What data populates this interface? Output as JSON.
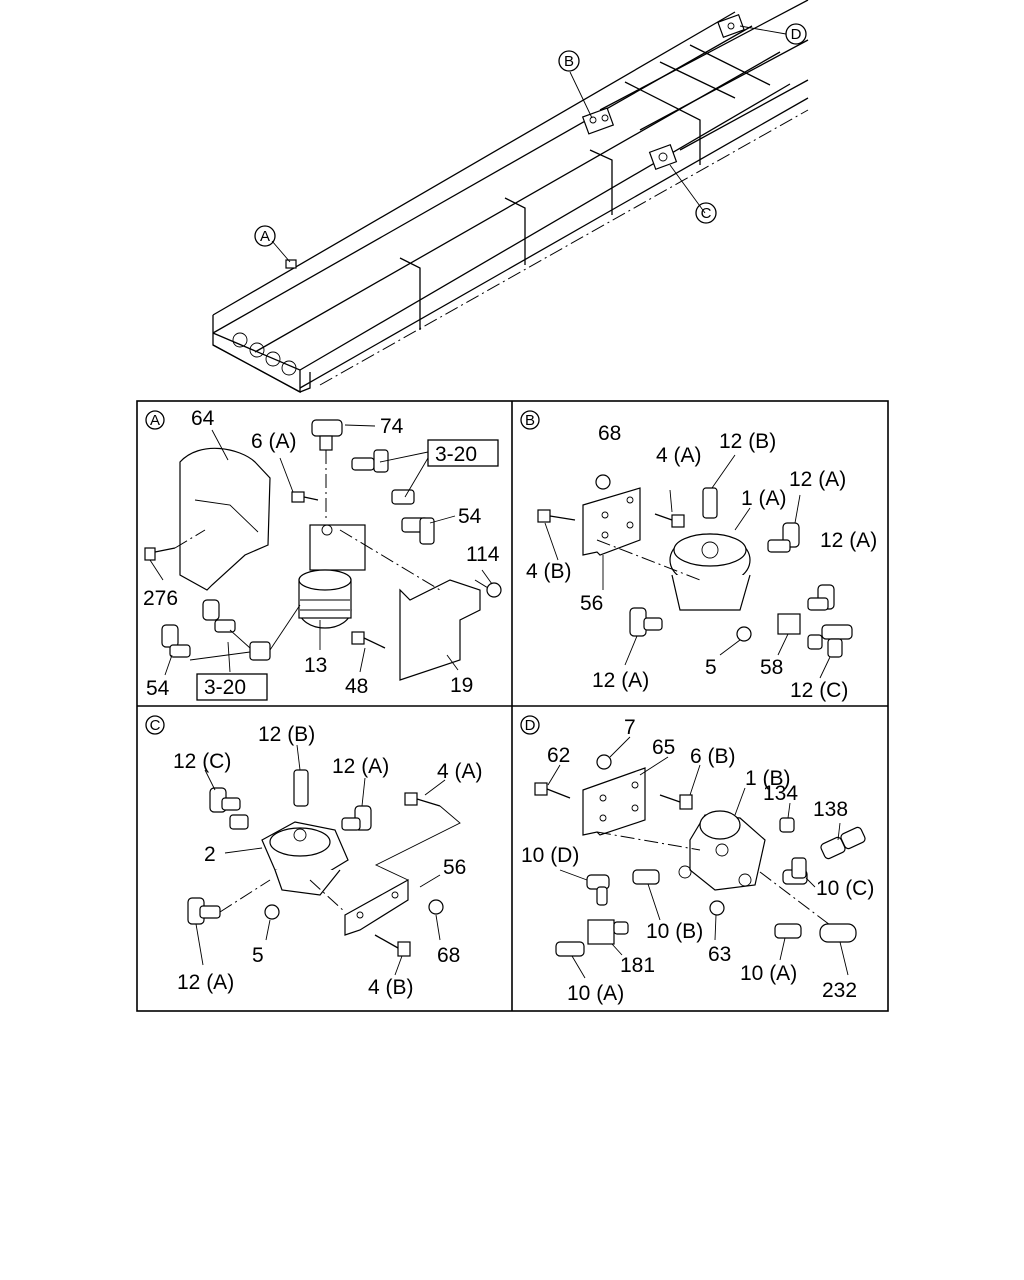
{
  "overview": {
    "callouts": [
      {
        "id": "A",
        "letter": "A"
      },
      {
        "id": "B",
        "letter": "B"
      },
      {
        "id": "C",
        "letter": "C"
      },
      {
        "id": "D",
        "letter": "D"
      }
    ]
  },
  "panels": [
    {
      "id": "A",
      "letter": "A",
      "labels": [
        "64",
        "6 (A)",
        "74",
        "3-20",
        "54",
        "114",
        "276",
        "13",
        "48",
        "19",
        "54",
        "3-20"
      ]
    },
    {
      "id": "B",
      "letter": "B",
      "labels": [
        "68",
        "4 (A)",
        "12 (B)",
        "1 (A)",
        "12 (A)",
        "12 (A)",
        "4 (B)",
        "56",
        "12 (A)",
        "5",
        "58",
        "12 (C)"
      ]
    },
    {
      "id": "C",
      "letter": "C",
      "labels": [
        "12 (B)",
        "12 (C)",
        "12 (A)",
        "4 (A)",
        "2",
        "56",
        "5",
        "68",
        "12 (A)",
        "4 (B)"
      ]
    },
    {
      "id": "D",
      "letter": "D",
      "labels": [
        "7",
        "65",
        "62",
        "6 (B)",
        "1 (B)",
        "134",
        "138",
        "10 (D)",
        "10 (C)",
        "10 (B)",
        "63",
        "181",
        "10 (A)",
        "10 (A)",
        "232"
      ]
    }
  ]
}
